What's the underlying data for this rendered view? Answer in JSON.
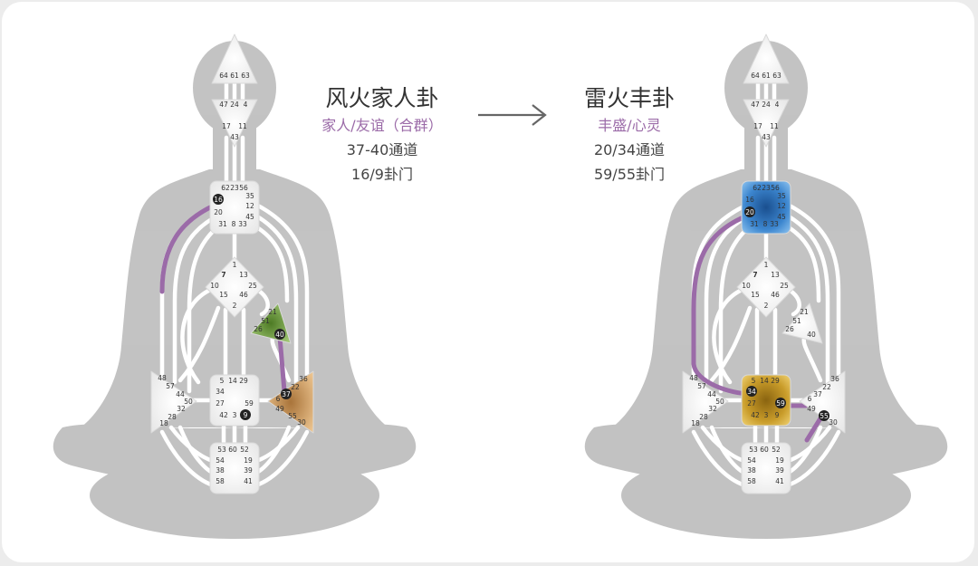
{
  "colors": {
    "silhouette": "#9e9e9e",
    "channel": "#ffffff",
    "active_channel": "#9b6ba8",
    "subtitle": "#9b6ba8",
    "title": "#333333",
    "arrow": "#666666"
  },
  "left": {
    "title": "风火家人卦",
    "subtitle": "家人/友谊（合群）",
    "channel": "37-40通道",
    "gates": "16/9卦门"
  },
  "right": {
    "title": "雷火丰卦",
    "subtitle": "丰盛/心灵",
    "channel": "20/34通道",
    "gates": "59/55卦门"
  },
  "arrow_icon": "long-right-arrow",
  "centers": {
    "head": [
      "64",
      "61",
      "63"
    ],
    "ajna": [
      "47",
      "24",
      "4",
      "17",
      "11",
      "43"
    ],
    "throat": [
      "62",
      "23",
      "56",
      "16",
      "35",
      "12",
      "20",
      "45",
      "31",
      "8",
      "33"
    ],
    "g": [
      "1",
      "7",
      "13",
      "10",
      "25",
      "15",
      "46",
      "2"
    ],
    "heart": [
      "21",
      "51",
      "26",
      "40"
    ],
    "spleen": [
      "48",
      "57",
      "44",
      "50",
      "32",
      "28",
      "18"
    ],
    "sacral": [
      "5",
      "14",
      "29",
      "34",
      "27",
      "59",
      "42",
      "3",
      "9"
    ],
    "solar_plexus": [
      "36",
      "22",
      "37",
      "6",
      "49",
      "55",
      "30"
    ],
    "root": [
      "53",
      "60",
      "52",
      "54",
      "19",
      "38",
      "39",
      "58",
      "41"
    ]
  },
  "left_chart": {
    "defined_centers": [
      "heart",
      "solar_plexus"
    ],
    "active_gates": [
      "16",
      "40",
      "37",
      "9"
    ],
    "active_channels": [
      "16-48",
      "37-40"
    ]
  },
  "right_chart": {
    "defined_centers": [
      "throat",
      "sacral"
    ],
    "active_gates": [
      "20",
      "34",
      "59",
      "55"
    ],
    "active_channels": [
      "20-34",
      "59-6",
      "55-root"
    ]
  }
}
